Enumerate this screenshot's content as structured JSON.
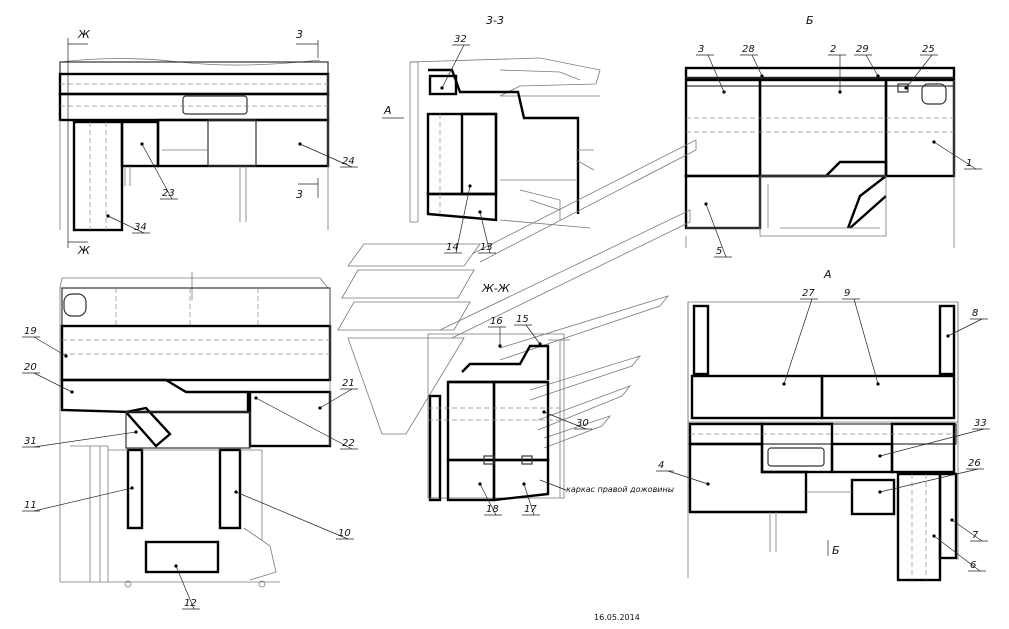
{
  "view_titles": {
    "section_3_3": "3-3",
    "view_b": "Б",
    "view_a": "А",
    "section_zh": "Ж-Ж",
    "cut_arrow_zh": "Ж",
    "cut_arrow_3": "3",
    "arrow_a": "A",
    "arrow_b": "Б"
  },
  "note": "каркас правой дожовины",
  "date": "16.05.2014",
  "part_numbers": [
    "1",
    "2",
    "3",
    "4",
    "5",
    "6",
    "7",
    "8",
    "9",
    "10",
    "11",
    "12",
    "13",
    "14",
    "15",
    "16",
    "17",
    "18",
    "19",
    "20",
    "21",
    "22",
    "23",
    "24",
    "25",
    "26",
    "27",
    "28",
    "29",
    "30",
    "31",
    "32",
    "33",
    "34"
  ]
}
